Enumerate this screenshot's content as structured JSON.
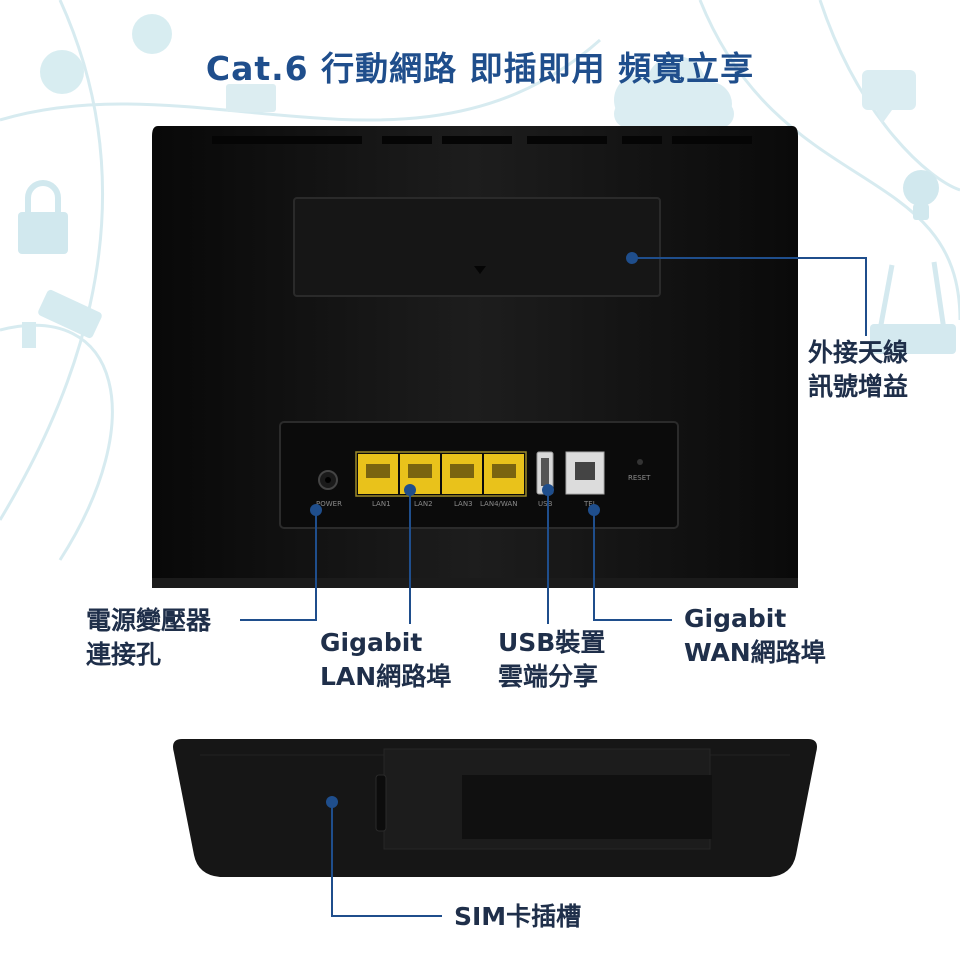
{
  "header": {
    "title": "Cat.6 行動網路 即插即用 頻寬立享"
  },
  "callouts": {
    "antenna": [
      "外接天線",
      "訊號增益"
    ],
    "power": [
      "電源變壓器",
      "連接孔"
    ],
    "lan": [
      "Gigabit",
      "LAN網路埠"
    ],
    "usb": [
      "USB裝置",
      "雲端分享"
    ],
    "wan": [
      "Gigabit",
      "WAN網路埠"
    ],
    "sim": [
      "SIM卡插槽"
    ]
  },
  "router_ports": [
    "POWER",
    "LAN1",
    "LAN2",
    "LAN3",
    "LAN4/WAN",
    "USB",
    "TEL",
    "RESET"
  ],
  "colors": {
    "accent": "#1f4e8c",
    "label_text": "#1f2f4a",
    "router_body": "#121212",
    "lan_port": "#e9c21b",
    "bg_icons": "#cfe6ec"
  }
}
